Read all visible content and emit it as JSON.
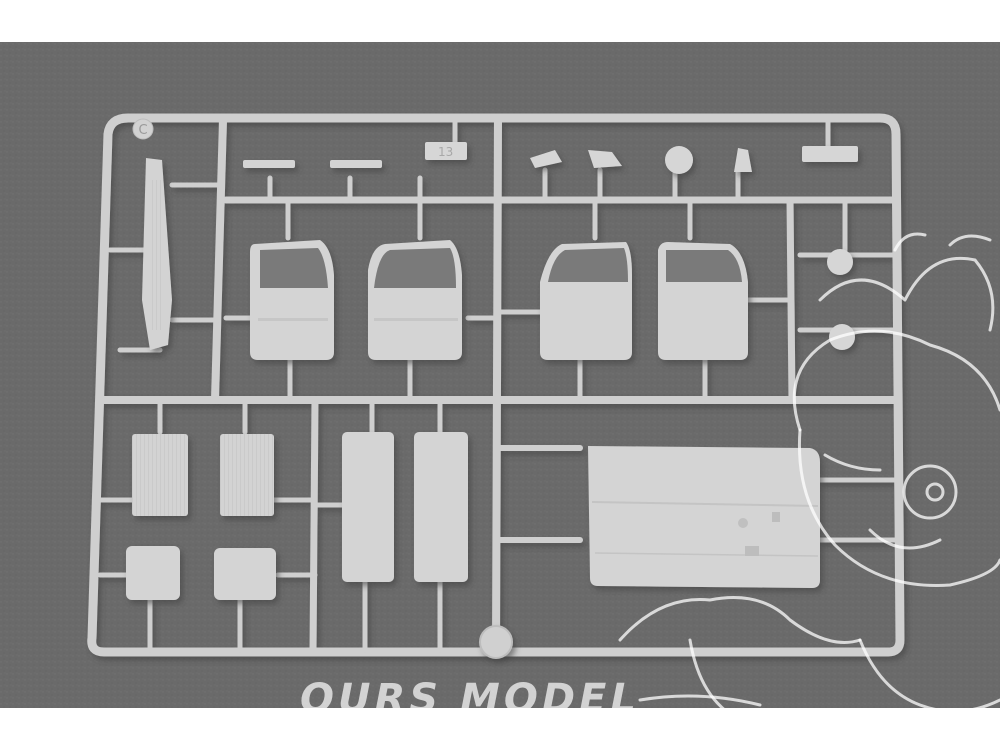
{
  "photo": {
    "background_color": "#6b6b6b",
    "sprue_color": "#cfcfcf",
    "part_color": "#d6d6d6",
    "shadow_color": "#5a5a5a"
  },
  "sprue_label": {
    "text": "C"
  },
  "part_tag": {
    "text": "13"
  },
  "watermark": {
    "text": "OURS MODEL",
    "icon": "cartoon-mascot-logo"
  }
}
